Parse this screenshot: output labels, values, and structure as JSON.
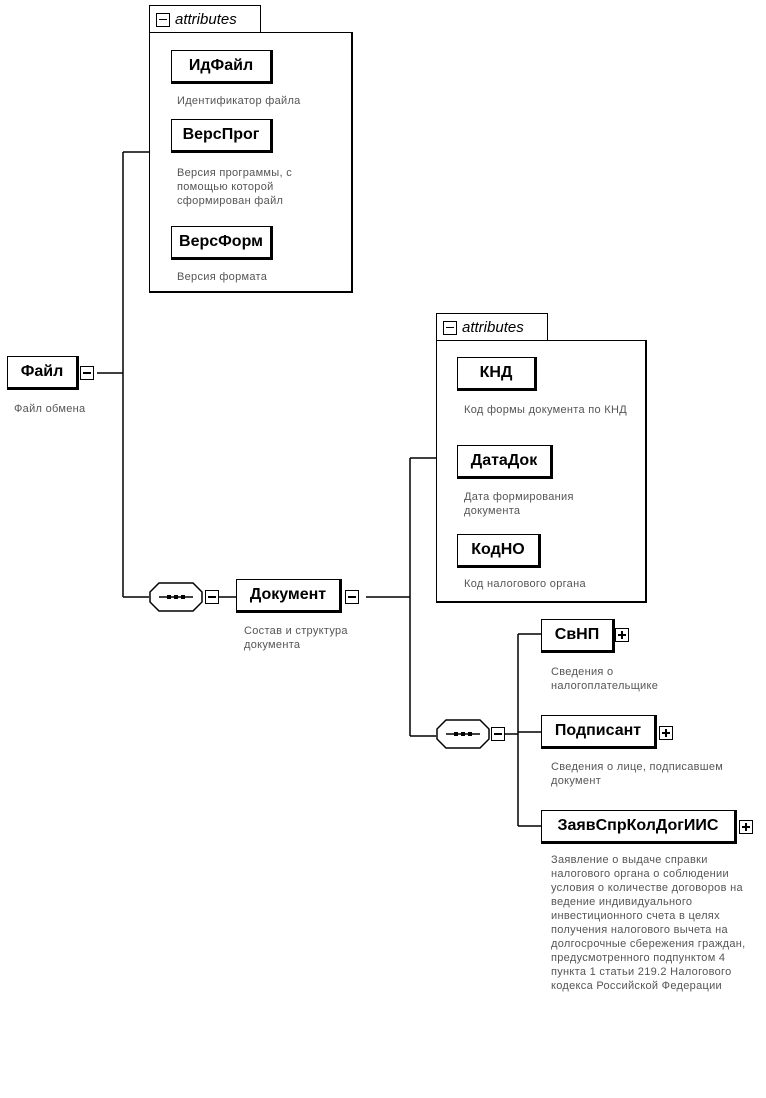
{
  "root": {
    "name": "Файл",
    "desc": "Файл обмена",
    "attributes_label": "attributes",
    "attributes": [
      {
        "name": "ИдФайл",
        "desc": "Идентификатор файла"
      },
      {
        "name": "ВерсПрог",
        "desc": "Версия программы, с помощью которой сформирован файл"
      },
      {
        "name": "ВерсФорм",
        "desc": "Версия формата"
      }
    ]
  },
  "document": {
    "name": "Документ",
    "desc": "Состав и структура документа",
    "attributes_label": "attributes",
    "attributes": [
      {
        "name": "КНД",
        "desc": "Код формы документа по КНД"
      },
      {
        "name": "ДатаДок",
        "desc": "Дата формирования документа"
      },
      {
        "name": "КодНО",
        "desc": "Код налогового органа"
      }
    ],
    "children": [
      {
        "name": "СвНП",
        "desc": "Сведения о налогоплательщике"
      },
      {
        "name": "Подписант",
        "desc": "Сведения о лице, подписавшем документ"
      },
      {
        "name": "ЗаявСпрКолДогИИС",
        "desc": "Заявление о выдаче справки налогового органа о соблюдении условия о количестве договоров на ведение индивидуального инвестиционного счета в целях получения налогового вычета на долгосрочные сбережения граждан, предусмотренного подпунктом 4 пункта 1 статьи 219.2 Налогового кодекса Российской Федерации"
      }
    ]
  }
}
